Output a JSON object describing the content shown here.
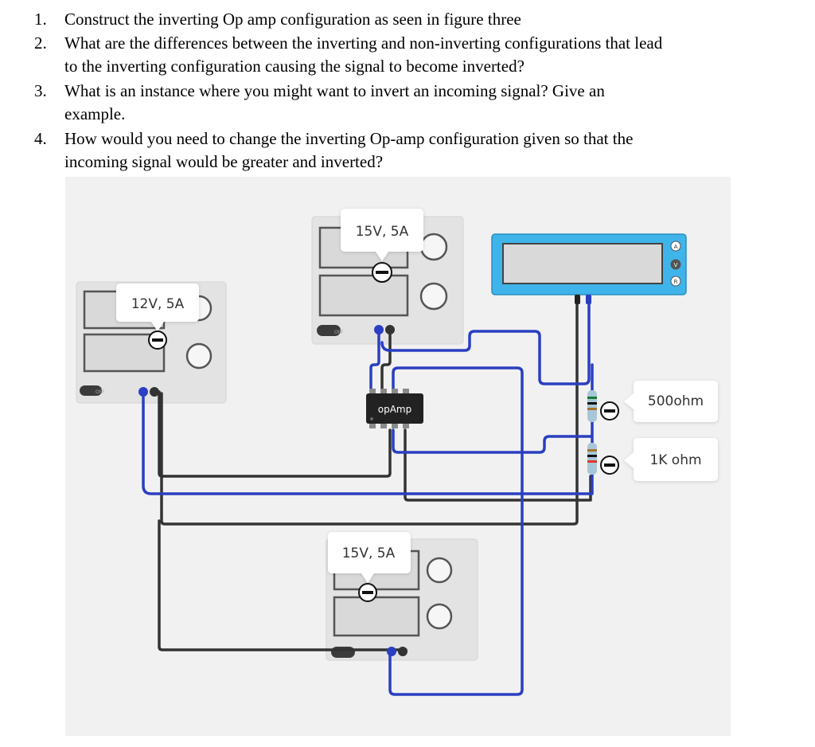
{
  "questions": [
    {
      "number": "1.",
      "lines": [
        "Construct the inverting Op amp configuration as seen in figure three"
      ]
    },
    {
      "number": "2.",
      "lines": [
        "What are the differences between the inverting and non-inverting configurations that lead",
        "to the inverting configuration causing the signal to become inverted?"
      ]
    },
    {
      "number": "3.",
      "lines": [
        "What is an instance where you might want to invert an incoming signal? Give an",
        "example."
      ]
    },
    {
      "number": "4.",
      "lines": [
        "How would you need to change the inverting Op-amp configuration given so that the",
        "incoming signal would be greater and inverted?"
      ]
    }
  ],
  "circuit": {
    "supply_left": {
      "label": "12V, 5A",
      "switch_label": "OFF"
    },
    "supply_top": {
      "label": "15V, 5A",
      "switch_label": "OFF"
    },
    "supply_bottom": {
      "label": "15V, 5A"
    },
    "op_amp": {
      "label": "opAmp"
    },
    "resistor_1": {
      "label": "500ohm"
    },
    "resistor_2": {
      "label": "1K ohm"
    },
    "meter": {
      "buttons": [
        "A",
        "V",
        "R"
      ]
    },
    "colors": {
      "wire_blue": "#2a3fc1",
      "wire_black": "#333333",
      "meter": "#3fb4ea",
      "background": "#f1f1f1"
    }
  }
}
